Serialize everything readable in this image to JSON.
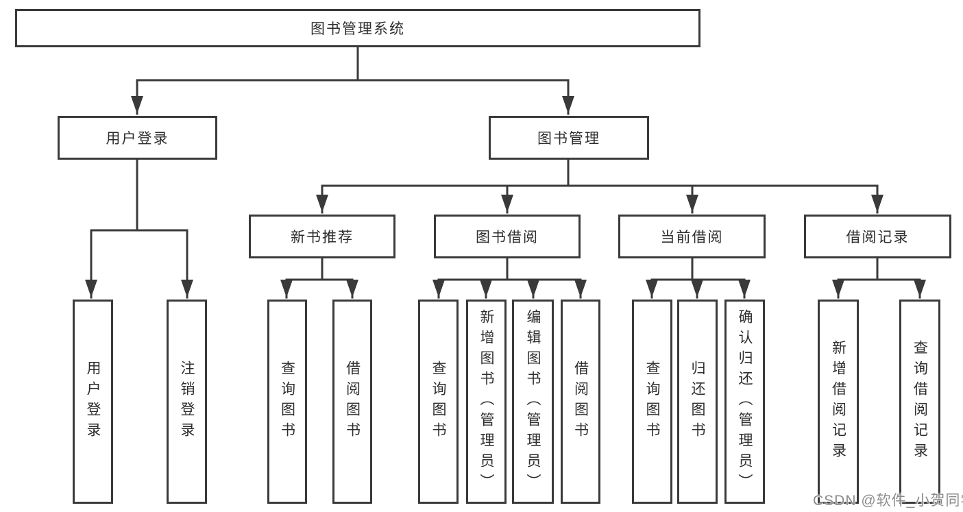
{
  "diagram": {
    "nodes": {
      "root": "图书管理系统",
      "l1": [
        "用户登录",
        "图书管理"
      ],
      "l2": [
        "新书推荐",
        "图书借阅",
        "当前借阅",
        "借阅记录"
      ],
      "leaves": [
        "用户登录",
        "注销登录",
        "查询图书",
        "借阅图书",
        "查询图书",
        "新增图书（管理员）",
        "编辑图书（管理员）",
        "借阅图书",
        "查询图书",
        "归还图书",
        "确认归还（管理员）",
        "新增借阅记录",
        "查询借阅记录"
      ]
    },
    "structure": {
      "图书管理系统": [
        "用户登录",
        "图书管理"
      ],
      "用户登录": [
        "用户登录",
        "注销登录"
      ],
      "图书管理": [
        "新书推荐",
        "图书借阅",
        "当前借阅",
        "借阅记录"
      ],
      "新书推荐": [
        "查询图书",
        "借阅图书"
      ],
      "图书借阅": [
        "查询图书",
        "新增图书（管理员）",
        "编辑图书（管理员）",
        "借阅图书"
      ],
      "当前借阅": [
        "查询图书",
        "归还图书",
        "确认归还（管理员）"
      ],
      "借阅记录": [
        "新增借阅记录",
        "查询借阅记录"
      ]
    },
    "colors": {
      "line": "#3a3a3a",
      "box_border": "#3a3a3a",
      "box_fill": "#ffffff",
      "text": "#2e2e2e",
      "background": "#ffffff",
      "watermark": "#8b8b8b"
    }
  },
  "watermark": {
    "text": "CSDN @软件_小贺同学"
  }
}
